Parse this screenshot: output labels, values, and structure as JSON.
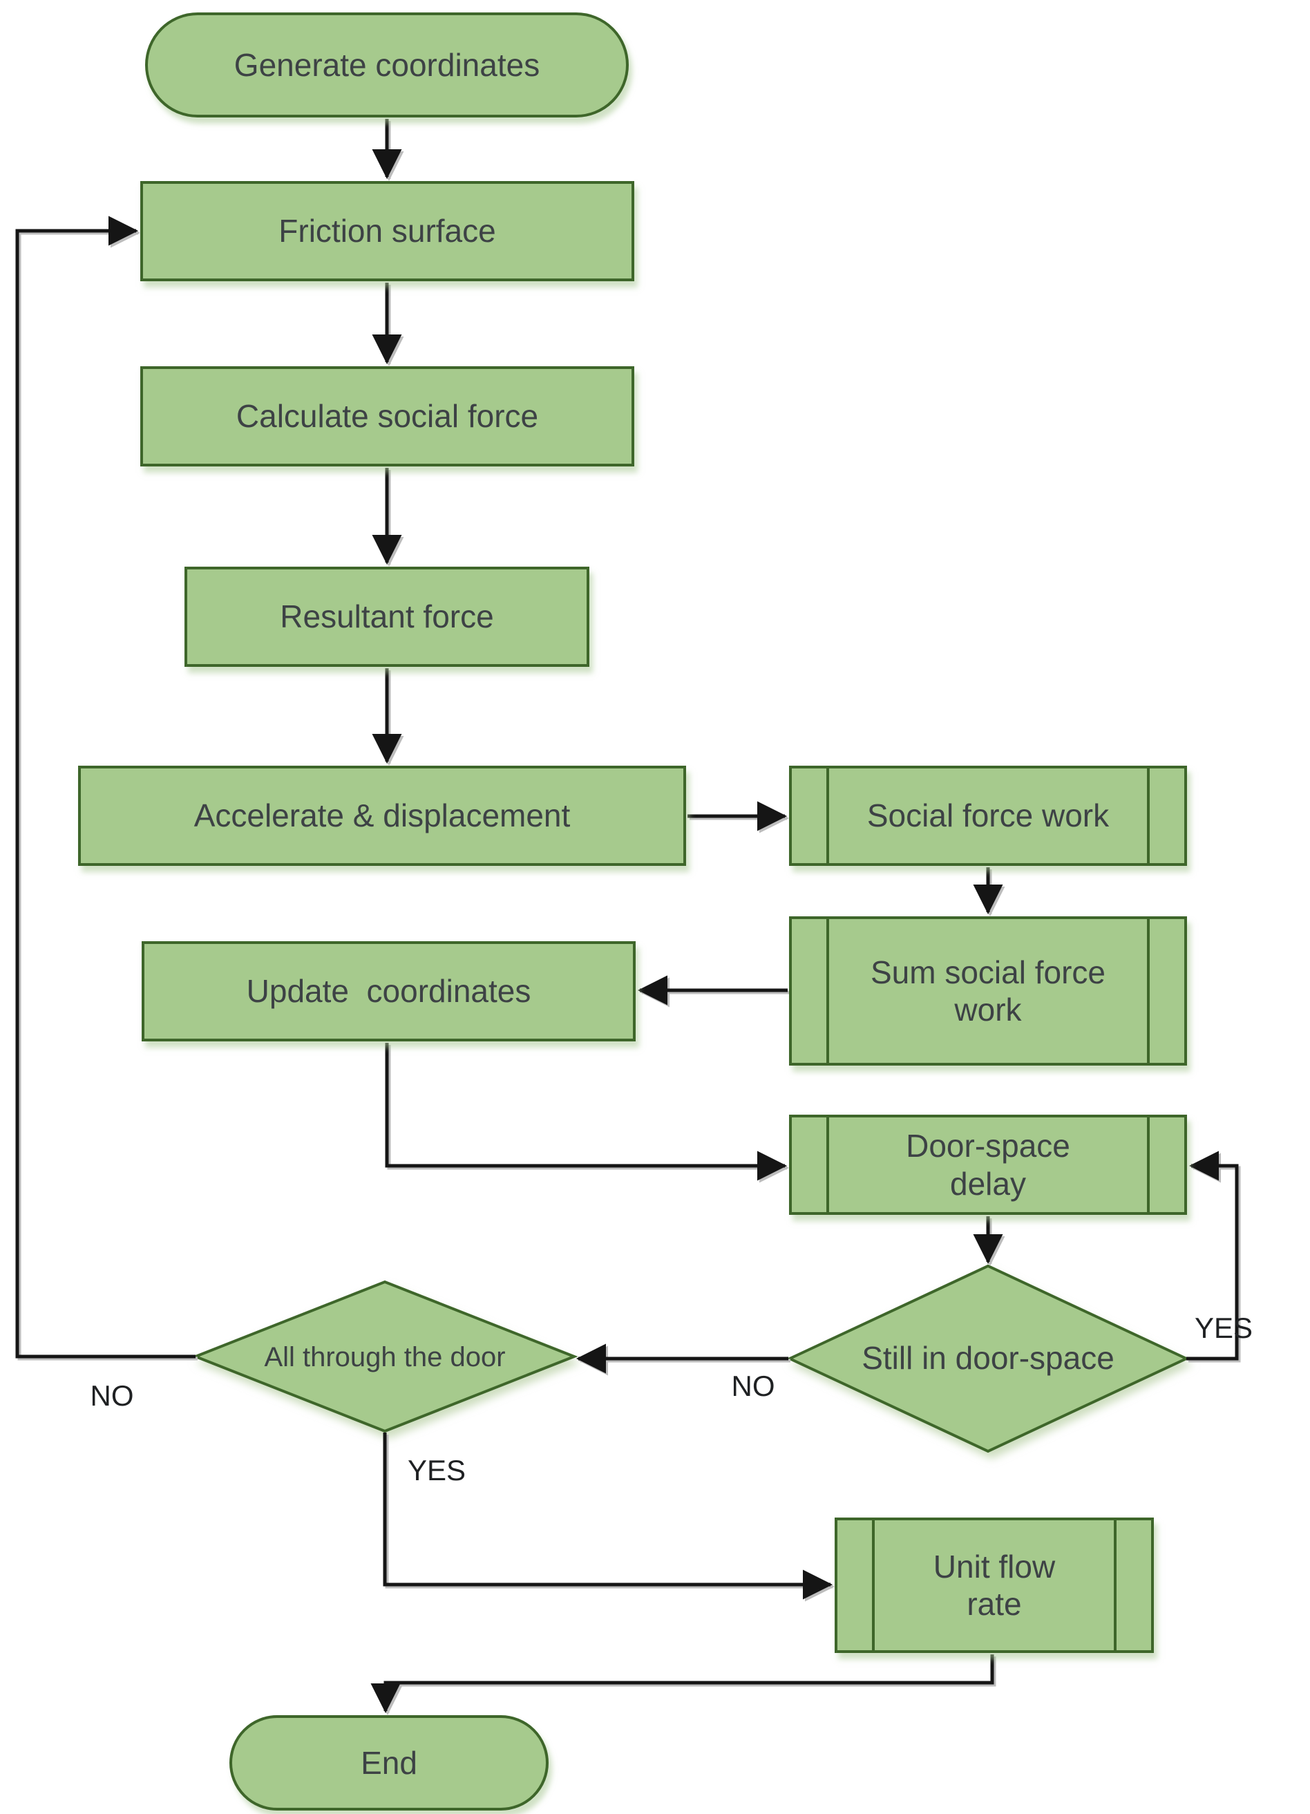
{
  "diagram": {
    "type": "flowchart",
    "description": "Pedestrian social-force evacuation simulation flowchart"
  },
  "nodes": {
    "start": {
      "label": "Generate coordinates",
      "shape": "terminator"
    },
    "friction": {
      "label": "Friction surface",
      "shape": "process"
    },
    "calc_social": {
      "label": "Calculate social force",
      "shape": "process"
    },
    "resultant": {
      "label": "Resultant force",
      "shape": "process"
    },
    "accelerate": {
      "label": "Accelerate & displacement",
      "shape": "process"
    },
    "social_force_work": {
      "label": "Social force work",
      "shape": "predefined-process"
    },
    "sum_social_force": {
      "label": "Sum social force\nwork",
      "shape": "predefined-process"
    },
    "update": {
      "label": "Update  coordinates",
      "shape": "process"
    },
    "door_space_delay": {
      "label": "Door-space\ndelay",
      "shape": "predefined-process"
    },
    "still_in_door": {
      "label": "Still in door-space",
      "shape": "decision"
    },
    "all_through_door": {
      "label": "All through the door",
      "shape": "decision"
    },
    "unit_flow_rate": {
      "label": "Unit flow\nrate",
      "shape": "predefined-process"
    },
    "end": {
      "label": "End",
      "shape": "terminator"
    }
  },
  "edge_labels": {
    "still_in_door_yes": "YES",
    "still_in_door_no": "NO",
    "all_through_no": "NO",
    "all_through_yes": "YES"
  },
  "colors": {
    "node_fill": "#a6ca8d",
    "node_border": "#3e662a",
    "connector": "#151515",
    "node_text": "#3d4245",
    "label_text": "#1f2123",
    "background": "#ffffff"
  }
}
